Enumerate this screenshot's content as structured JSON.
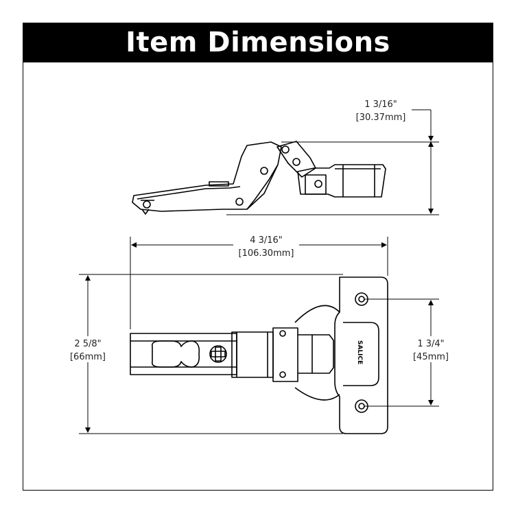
{
  "title": "Item Dimensions",
  "dimensions": {
    "height": {
      "imperial": "1 3/16\"",
      "metric": "[30.37mm]"
    },
    "length": {
      "imperial": "4 3/16\"",
      "metric": "[106.30mm]"
    },
    "width": {
      "imperial": "2 5/8\"",
      "metric": "[66mm]"
    },
    "hole_spacing": {
      "imperial": "1 3/4\"",
      "metric": "[45mm]"
    }
  },
  "product": {
    "brand_mark": "SALICE"
  },
  "colors": {
    "title_bg": "#000000",
    "title_text": "#ffffff",
    "line": "#000000"
  }
}
